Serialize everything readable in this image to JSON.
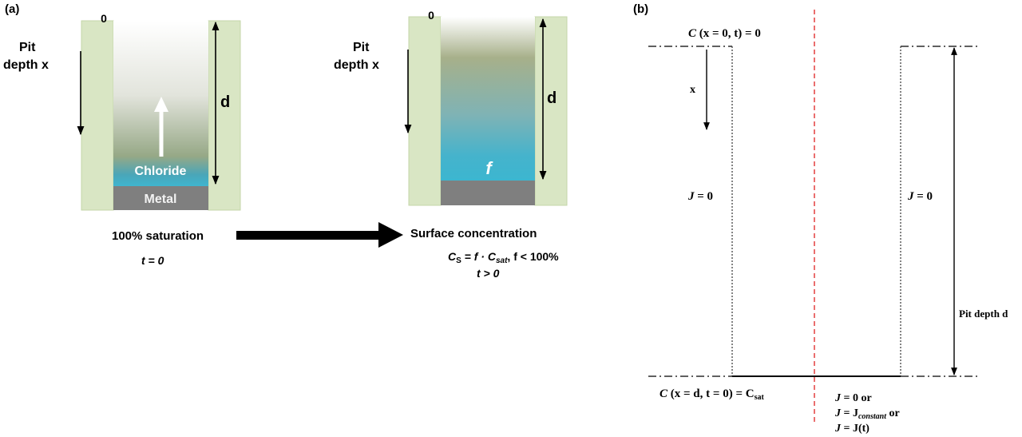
{
  "panel_a": {
    "label": "(a)",
    "left_pit": {
      "zero_label": "0",
      "pit_depth_line1": "Pit",
      "pit_depth_line2": "depth x",
      "d_label": "d",
      "chloride_label": "Chloride",
      "metal_label": "Metal",
      "caption": "100% saturation",
      "time": "t = 0"
    },
    "right_pit": {
      "zero_label": "0",
      "pit_depth_line1": "Pit",
      "pit_depth_line2": "depth x",
      "d_label": "d",
      "f_label": "f",
      "caption": "Surface concentration",
      "eq_cs": "C",
      "eq_cs_sub": "S",
      "eq_mid": " = f · C",
      "eq_csat_sub": "sat",
      "eq_tail": ",   f < 100%",
      "time": "t > 0"
    },
    "colors": {
      "wall": "#d9e6c4",
      "wall_edge": "#c4d6a8",
      "metal": "#7f7f7f",
      "solution": "#3fb5cf"
    }
  },
  "panel_b": {
    "label": "(b)",
    "top_c": "C",
    "top_args": " (x = 0, t) = 0",
    "x_label": "x",
    "left_j": "J",
    "left_j_rest": " = 0",
    "right_j": "J",
    "right_j_rest": " = 0",
    "pit_depth_label": "Pit depth d",
    "bottom_c": "C",
    "bottom_args": " (x = d, t = 0) = C",
    "bottom_sub": "sat",
    "bc_line1_j": "J",
    "bc_line1_rest": " = 0 or",
    "bc_line2_j": "J",
    "bc_line2_eq": " = J",
    "bc_line2_sub": "constant",
    "bc_line2_rest": " or",
    "bc_line3_j": "J",
    "bc_line3_rest": " = J(t)",
    "colors": {
      "center_line": "#e03030"
    }
  }
}
